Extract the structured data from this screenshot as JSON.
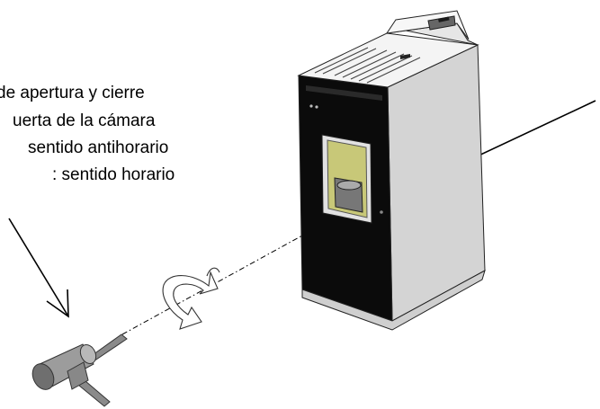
{
  "caption": {
    "lines": [
      "de apertura y cierre",
      "uerta de la cámara",
      "sentido antihorario",
      ": sentido horario"
    ]
  },
  "icons": {
    "stove": "pellet-stove-icon",
    "tool": "opening-tool-icon",
    "rotation": "rotation-arrow-icon"
  },
  "colors": {
    "stroke": "#000000",
    "front": "#0b0b0b",
    "side": "#d3d3d3",
    "top": "#f3f3f3",
    "fire-glass": "#c8c878",
    "tool": "#9a9a9a"
  }
}
